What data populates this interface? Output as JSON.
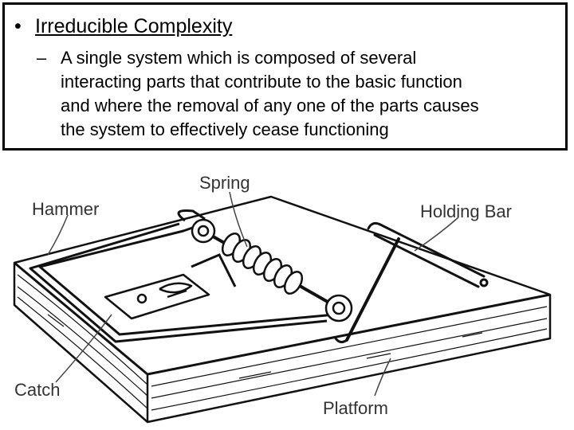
{
  "slide": {
    "bullet_heading": "Irreducible Complexity",
    "sub_dash": "–",
    "definition_lines": [
      "A single system which is composed of several",
      "interacting parts that contribute to the basic function",
      "and where the removal of any one of the parts causes",
      "the system to effectively cease functioning"
    ]
  },
  "diagram": {
    "labels": {
      "spring": "Spring",
      "hammer": "Hammer",
      "holding_bar": "Holding Bar",
      "catch": "Catch",
      "platform": "Platform"
    }
  }
}
